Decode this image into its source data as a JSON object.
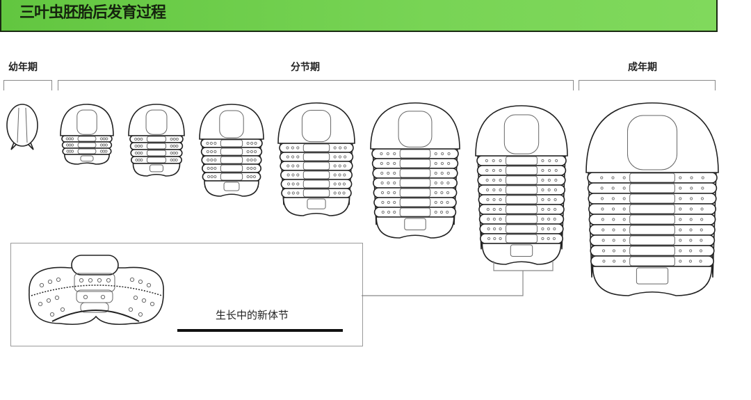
{
  "header": {
    "title": "三叶虫胚胎后发育过程",
    "color": "#6ccf4a"
  },
  "stages": [
    {
      "label": "幼年期"
    },
    {
      "label": "分节期"
    },
    {
      "label": "成年期"
    }
  ],
  "inset": {
    "label": "生长中的新体节"
  }
}
